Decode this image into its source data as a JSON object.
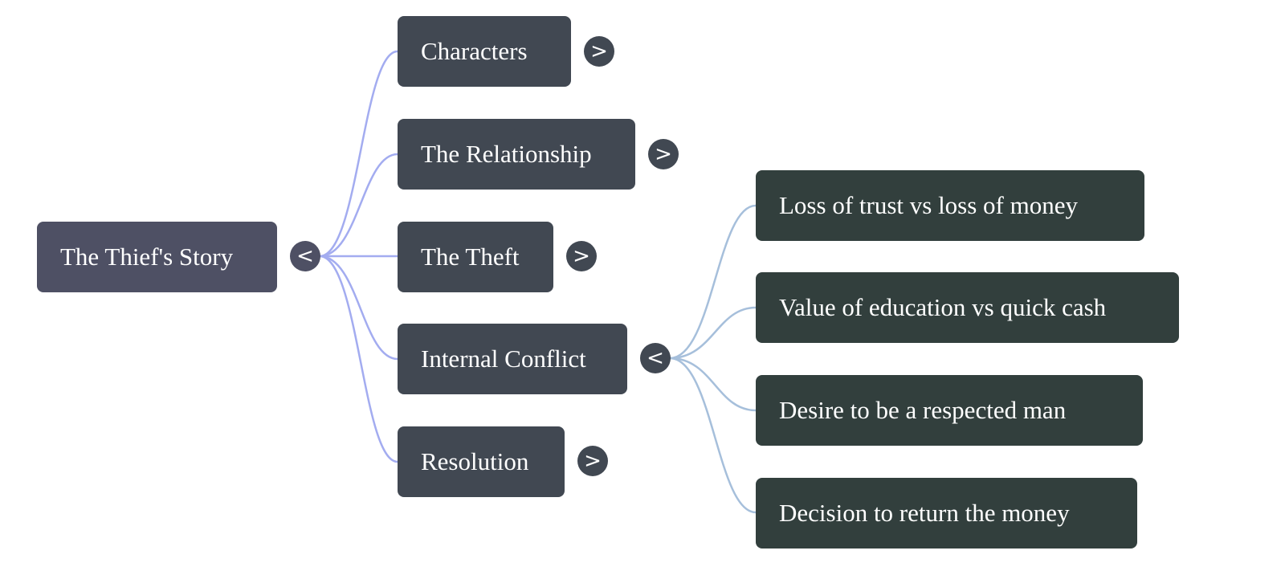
{
  "mindmap": {
    "root": {
      "label": "The Thief's Story",
      "toggle": "<",
      "expanded": true
    },
    "branches": [
      {
        "label": "Characters",
        "toggle": ">",
        "expanded": false,
        "children": []
      },
      {
        "label": "The Relationship",
        "toggle": ">",
        "expanded": false,
        "children": []
      },
      {
        "label": "The Theft",
        "toggle": ">",
        "expanded": false,
        "children": []
      },
      {
        "label": "Internal Conflict",
        "toggle": "<",
        "expanded": true,
        "children": [
          "Loss of trust vs loss of money",
          "Value of education vs quick cash",
          "Desire to be a respected man",
          "Decision to return the money"
        ]
      },
      {
        "label": "Resolution",
        "toggle": ">",
        "expanded": false,
        "children": []
      }
    ]
  },
  "colors": {
    "root_node": "#4e5064",
    "branch_node": "#414852",
    "leaf_node": "#323f3d",
    "root_edge": "#a3acf0",
    "branch_edge": "#a6bfdb",
    "text": "#ffffff"
  }
}
